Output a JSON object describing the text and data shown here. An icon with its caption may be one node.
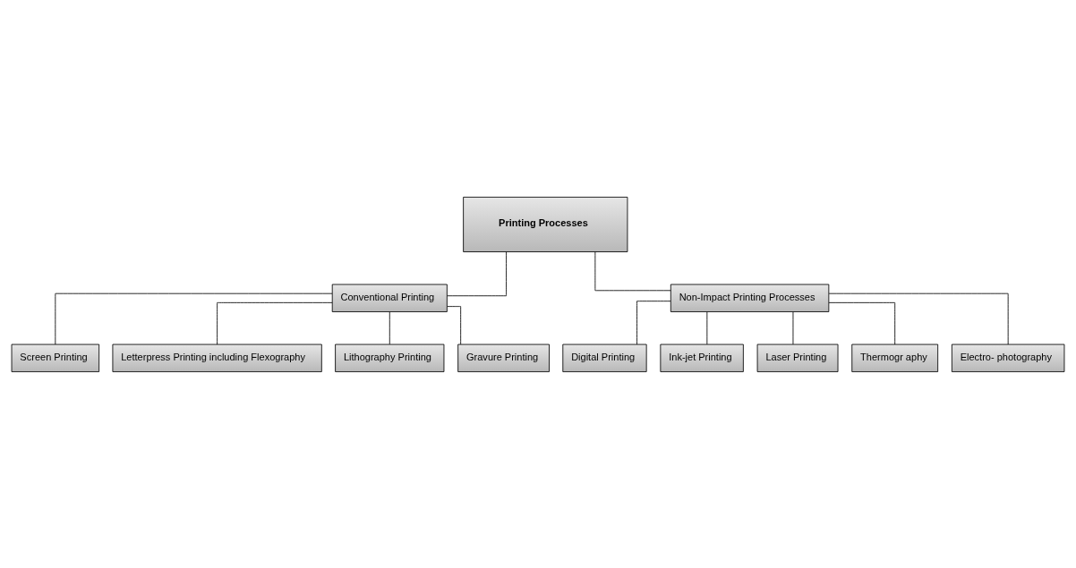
{
  "diagram": {
    "nodes": [
      {
        "text": [
          "Printing Processes"
        ]
      },
      {
        "text": [
          "Conventional Printing"
        ]
      },
      {
        "text": [
          "Non-Impact Printing Processes"
        ]
      },
      {
        "text": [
          "Screen Printing"
        ]
      },
      {
        "text": [
          "Letterpress Printing including Flexography"
        ]
      },
      {
        "text": [
          "Lithography Printing"
        ]
      },
      {
        "text": [
          "Gravure Printing"
        ]
      },
      {
        "text": [
          "Digital Printing"
        ]
      },
      {
        "text": [
          "Ink-jet Printing"
        ]
      },
      {
        "text": [
          "Laser Printing"
        ]
      },
      {
        "text": [
          "Thermogr aphy"
        ]
      },
      {
        "text": [
          "Electro- photography"
        ]
      }
    ],
    "edges": [
      {
        "from": 0,
        "to": 1,
        "arrow": "none"
      },
      {
        "from": 0,
        "to": 2,
        "arrow": "none"
      },
      {
        "from": 1,
        "to": 3,
        "arrow": "none"
      },
      {
        "from": 1,
        "to": 4,
        "arrow": "none"
      },
      {
        "from": 1,
        "to": 5,
        "arrow": "none"
      },
      {
        "from": 1,
        "to": 6,
        "arrow": "none"
      },
      {
        "from": 2,
        "to": 7,
        "arrow": "none"
      },
      {
        "from": 2,
        "to": 8,
        "arrow": "none"
      },
      {
        "from": 2,
        "to": 9,
        "arrow": "none"
      },
      {
        "from": 2,
        "to": 10,
        "arrow": "none"
      },
      {
        "from": 2,
        "to": 11,
        "arrow": "none"
      }
    ]
  }
}
